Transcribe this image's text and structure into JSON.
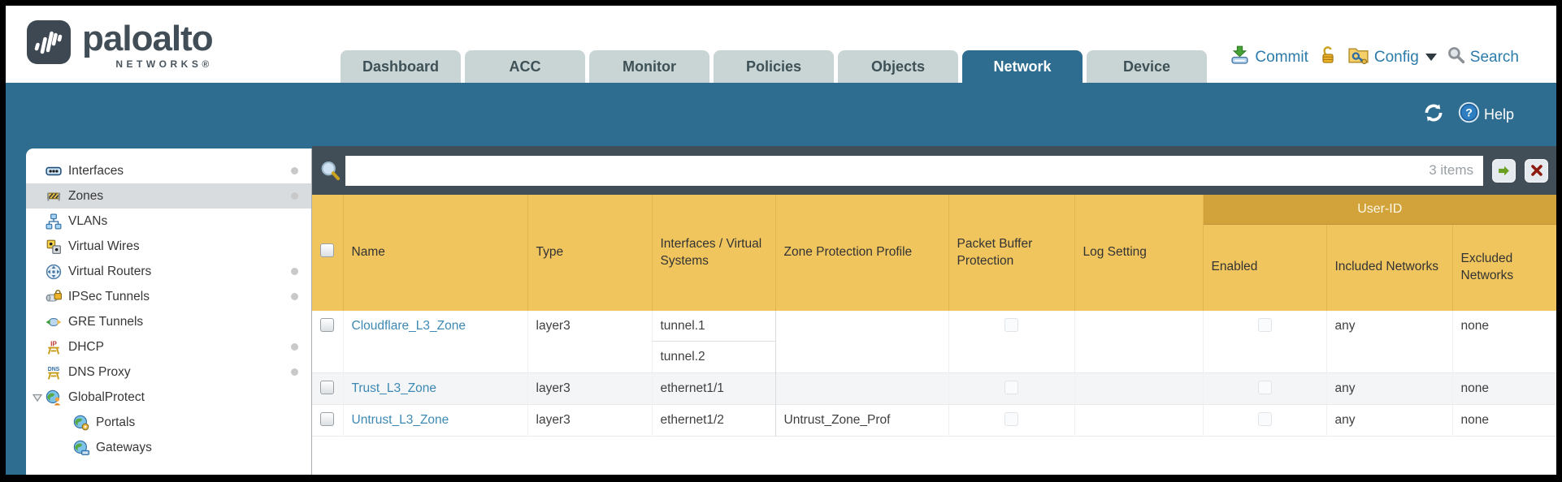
{
  "brand": {
    "word": "paloalto",
    "sub": "NETWORKS®"
  },
  "tabs": [
    "Dashboard",
    "ACC",
    "Monitor",
    "Policies",
    "Objects",
    "Network",
    "Device"
  ],
  "active_tab": "Network",
  "toolbar": {
    "commit_label": "Commit",
    "config_label": "Config",
    "search_label": "Search"
  },
  "band": {
    "help_label": "Help"
  },
  "sidebar": {
    "items": [
      {
        "label": "Interfaces",
        "icon": "interfaces-icon",
        "dot": true
      },
      {
        "label": "Zones",
        "icon": "zones-icon",
        "dot": true,
        "selected": true
      },
      {
        "label": "VLANs",
        "icon": "vlans-icon"
      },
      {
        "label": "Virtual Wires",
        "icon": "virtual-wires-icon"
      },
      {
        "label": "Virtual Routers",
        "icon": "virtual-routers-icon",
        "dot": true
      },
      {
        "label": "IPSec Tunnels",
        "icon": "ipsec-tunnels-icon",
        "dot": true
      },
      {
        "label": "GRE Tunnels",
        "icon": "gre-tunnels-icon"
      },
      {
        "label": "DHCP",
        "icon": "dhcp-icon",
        "dot": true
      },
      {
        "label": "DNS Proxy",
        "icon": "dns-proxy-icon",
        "dot": true
      },
      {
        "label": "GlobalProtect",
        "icon": "globalprotect-icon",
        "expandable": true
      },
      {
        "label": "Portals",
        "icon": "portals-icon",
        "child": true
      },
      {
        "label": "Gateways",
        "icon": "gateways-icon",
        "child": true
      }
    ]
  },
  "filter": {
    "value": "",
    "count_label": "3 items"
  },
  "table": {
    "columns": [
      "Name",
      "Type",
      "Interfaces / Virtual Systems",
      "Zone Protection Profile",
      "Packet Buffer Protection",
      "Log Setting"
    ],
    "group": {
      "label": "User-ID",
      "columns": [
        "Enabled",
        "Included Networks",
        "Excluded Networks"
      ]
    },
    "rows": [
      {
        "name": "Cloudflare_L3_Zone",
        "type": "layer3",
        "interfaces": [
          "tunnel.1",
          "tunnel.2"
        ],
        "zone_protection_profile": "",
        "packet_buffer_protection": false,
        "log_setting": "",
        "user_id_enabled": false,
        "included_networks": "any",
        "excluded_networks": "none"
      },
      {
        "name": "Trust_L3_Zone",
        "type": "layer3",
        "interfaces": [
          "ethernet1/1"
        ],
        "zone_protection_profile": "",
        "packet_buffer_protection": false,
        "log_setting": "",
        "user_id_enabled": false,
        "included_networks": "any",
        "excluded_networks": "none"
      },
      {
        "name": "Untrust_L3_Zone",
        "type": "layer3",
        "interfaces": [
          "ethernet1/2"
        ],
        "zone_protection_profile": "Untrust_Zone_Prof",
        "packet_buffer_protection": false,
        "log_setting": "",
        "user_id_enabled": false,
        "included_networks": "any",
        "excluded_networks": "none"
      }
    ]
  },
  "colors": {
    "teal_accent": "#2e6d90",
    "filterbar_slate": "#414d57",
    "header_yellow": "#f0c55e",
    "user_id_band": "#d2a23b",
    "link_blue": "#3d89b3",
    "inactive_tab": "#c9d4d5"
  }
}
